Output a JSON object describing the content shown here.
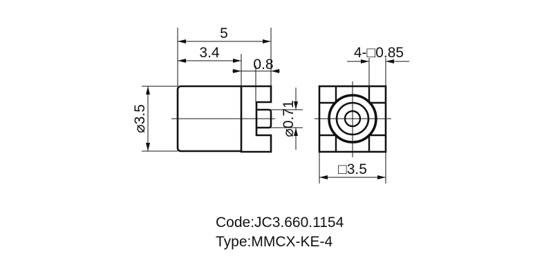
{
  "drawing": {
    "side_view": {
      "overall_length": "5",
      "body_length": "3.4",
      "flange_length": "0.8",
      "body_diameter": "⌀3.5",
      "pin_diameter": "⌀0.71"
    },
    "front_view": {
      "square_holes": "4-□0.85",
      "square_size": "□3.5"
    }
  },
  "caption": {
    "code": "Code:JC3.660.1154",
    "type": "Type:MMCX-KE-4"
  },
  "colors": {
    "line": "#111111",
    "background": "#ffffff"
  }
}
